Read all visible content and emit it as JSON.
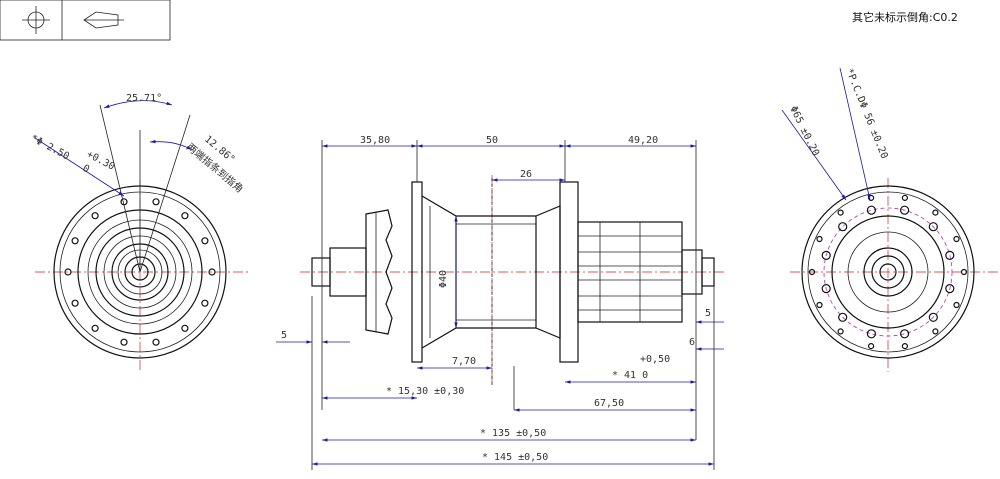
{
  "title_block": {
    "symbols": [
      "position-symbol",
      "taper-symbol"
    ]
  },
  "note": "其它未标示倒角:C0.2",
  "left_view": {
    "angle_1": "25.71°",
    "angle_2": "12.86°",
    "angle_note": "两端指条到指角",
    "hole_dia": "*Φ 2.50",
    "hole_tol_upper": "+0.30",
    "hole_tol_lower": "0"
  },
  "right_view": {
    "outer_dia": "Φ65 ±0.20",
    "pcd_dia": "*P.C.DΦ 56 ±0.20"
  },
  "side_view": {
    "dim_35_80": "35,80",
    "dim_50": "50",
    "dim_49_20": "49,20",
    "dim_26": "26",
    "dim_dia40": "Φ40",
    "dim_5_left": "5",
    "dim_5_right": "5",
    "dim_6": "6",
    "dim_7_70": "7,70",
    "dim_41_tol_upper": "+0,50",
    "dim_41": "* 41   0",
    "dim_15_30": "* 15,30 ±0,30",
    "dim_67_50": "67,50",
    "dim_135": "* 135 ±0,50",
    "dim_145": "* 145 ±0,50"
  },
  "colors": {
    "dimension": "#1a1aaa",
    "centerline": "#cc2222",
    "pcd": "#b030b0"
  }
}
